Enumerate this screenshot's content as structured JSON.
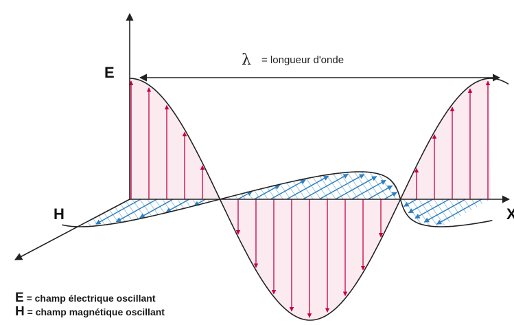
{
  "labels": {
    "e_axis": "E",
    "h_axis": "H",
    "x_axis": "X",
    "lambda_symbol": "λ",
    "lambda_text": "= longueur d'onde"
  },
  "legend": [
    {
      "key": "E",
      "text": " = champ électrique oscillant"
    },
    {
      "key": "H",
      "text": " = champ magnétique oscillant"
    }
  ],
  "colors": {
    "e_field": "#c8003c",
    "e_fill": "#f7dbe4",
    "h_field": "#2f7fc0",
    "h_hatch": "#8fbfe2",
    "axis": "#222222",
    "curve": "#222222"
  }
}
